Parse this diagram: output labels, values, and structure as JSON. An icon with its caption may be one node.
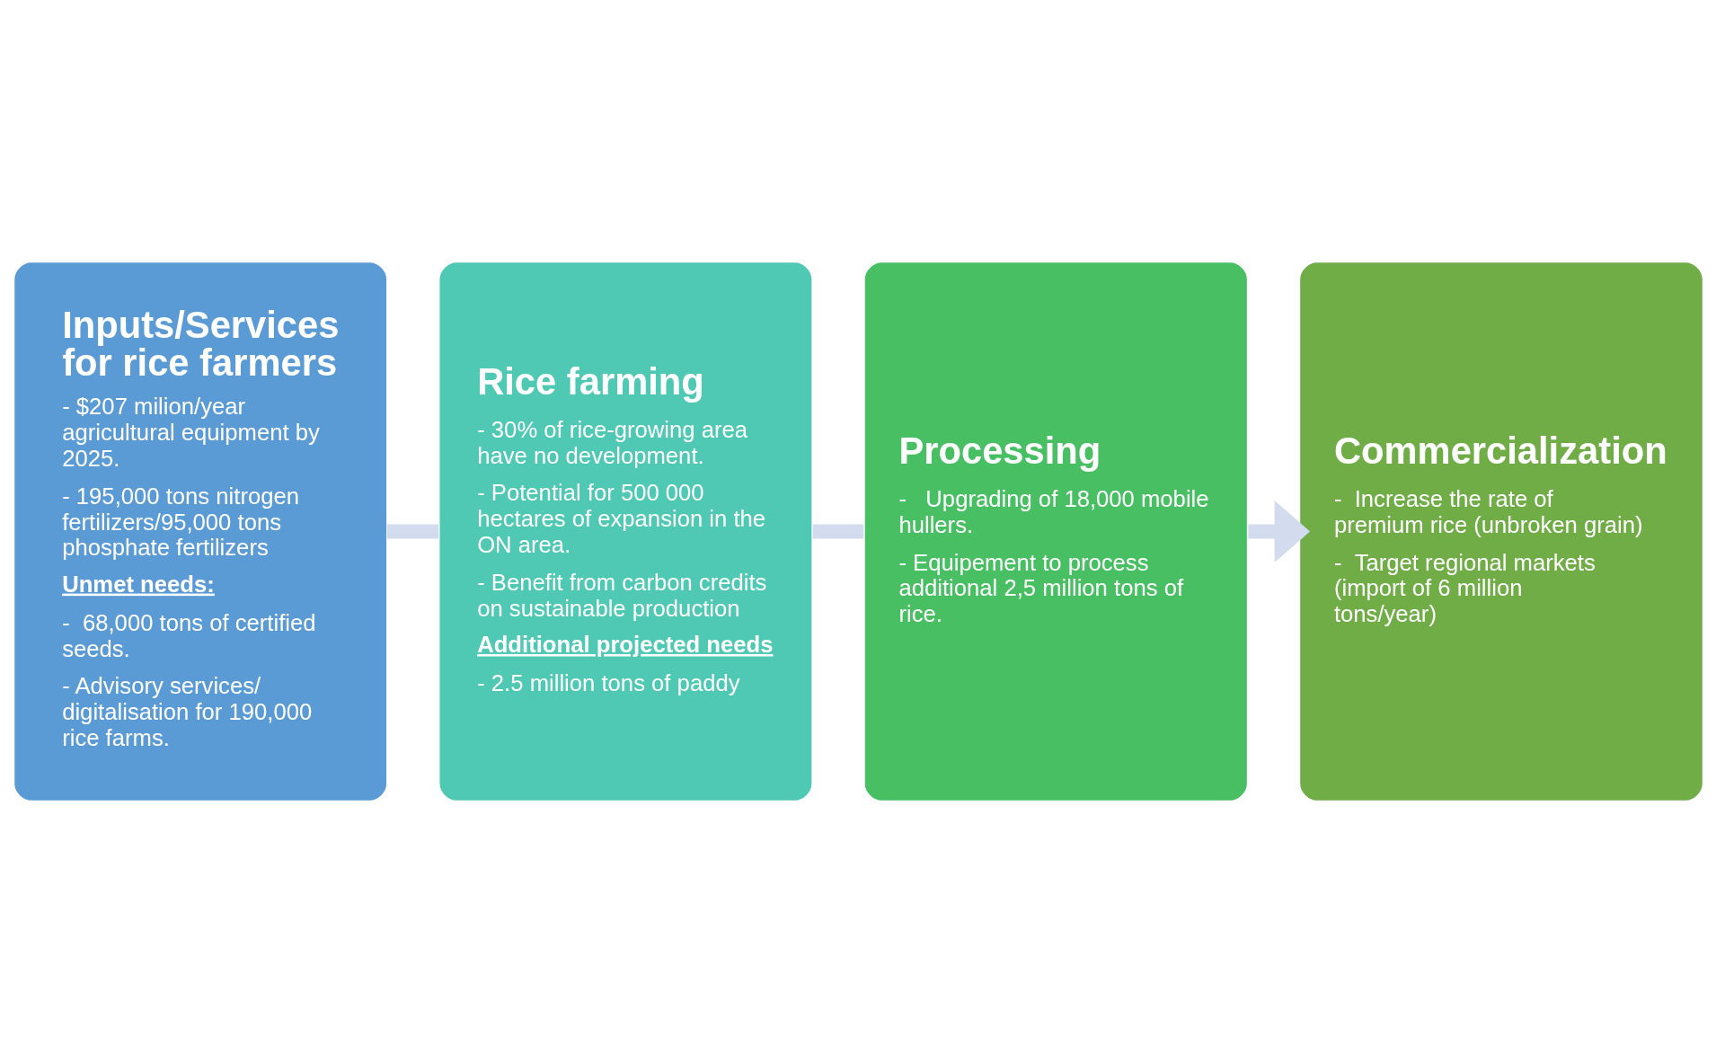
{
  "diagram": {
    "nodes": [
      {
        "text": [
          "Inputs/Services for rice farmers",
          "- $207 milion/year agricultural equipment by 2025.",
          "- 195,000 tons nitrogen fertilizers/95,000 tons phosphate fertilizers",
          "Unmet needs:",
          "-  68,000 tons of certified seeds.",
          "- Advisory services/ digitalisation for 190,000 rice farms."
        ]
      },
      {
        "text": [
          "Rice farming",
          "- 30% of rice-growing area have no development.",
          "- Potential for 500 000 hectares of expansion in the ON area.",
          "- Benefit from carbon credits on sustainable production",
          "Additional projected needs",
          "- 2.5 million tons of paddy"
        ]
      },
      {
        "text": [
          "Processing",
          "-   Upgrading of 18,000 mobile hullers.",
          "- Equipement to process additional 2,5 million tons of rice."
        ]
      },
      {
        "text": [
          "Commercialization",
          "-  Increase the rate of premium rice (unbroken grain)",
          "-  Target regional markets (import of 6 million tons/year)"
        ]
      }
    ],
    "edges": [
      {
        "from": 0,
        "to": 1,
        "arrow": "none"
      },
      {
        "from": 1,
        "to": 2,
        "arrow": "none"
      },
      {
        "from": 2,
        "to": 3,
        "arrow": "to"
      }
    ]
  }
}
